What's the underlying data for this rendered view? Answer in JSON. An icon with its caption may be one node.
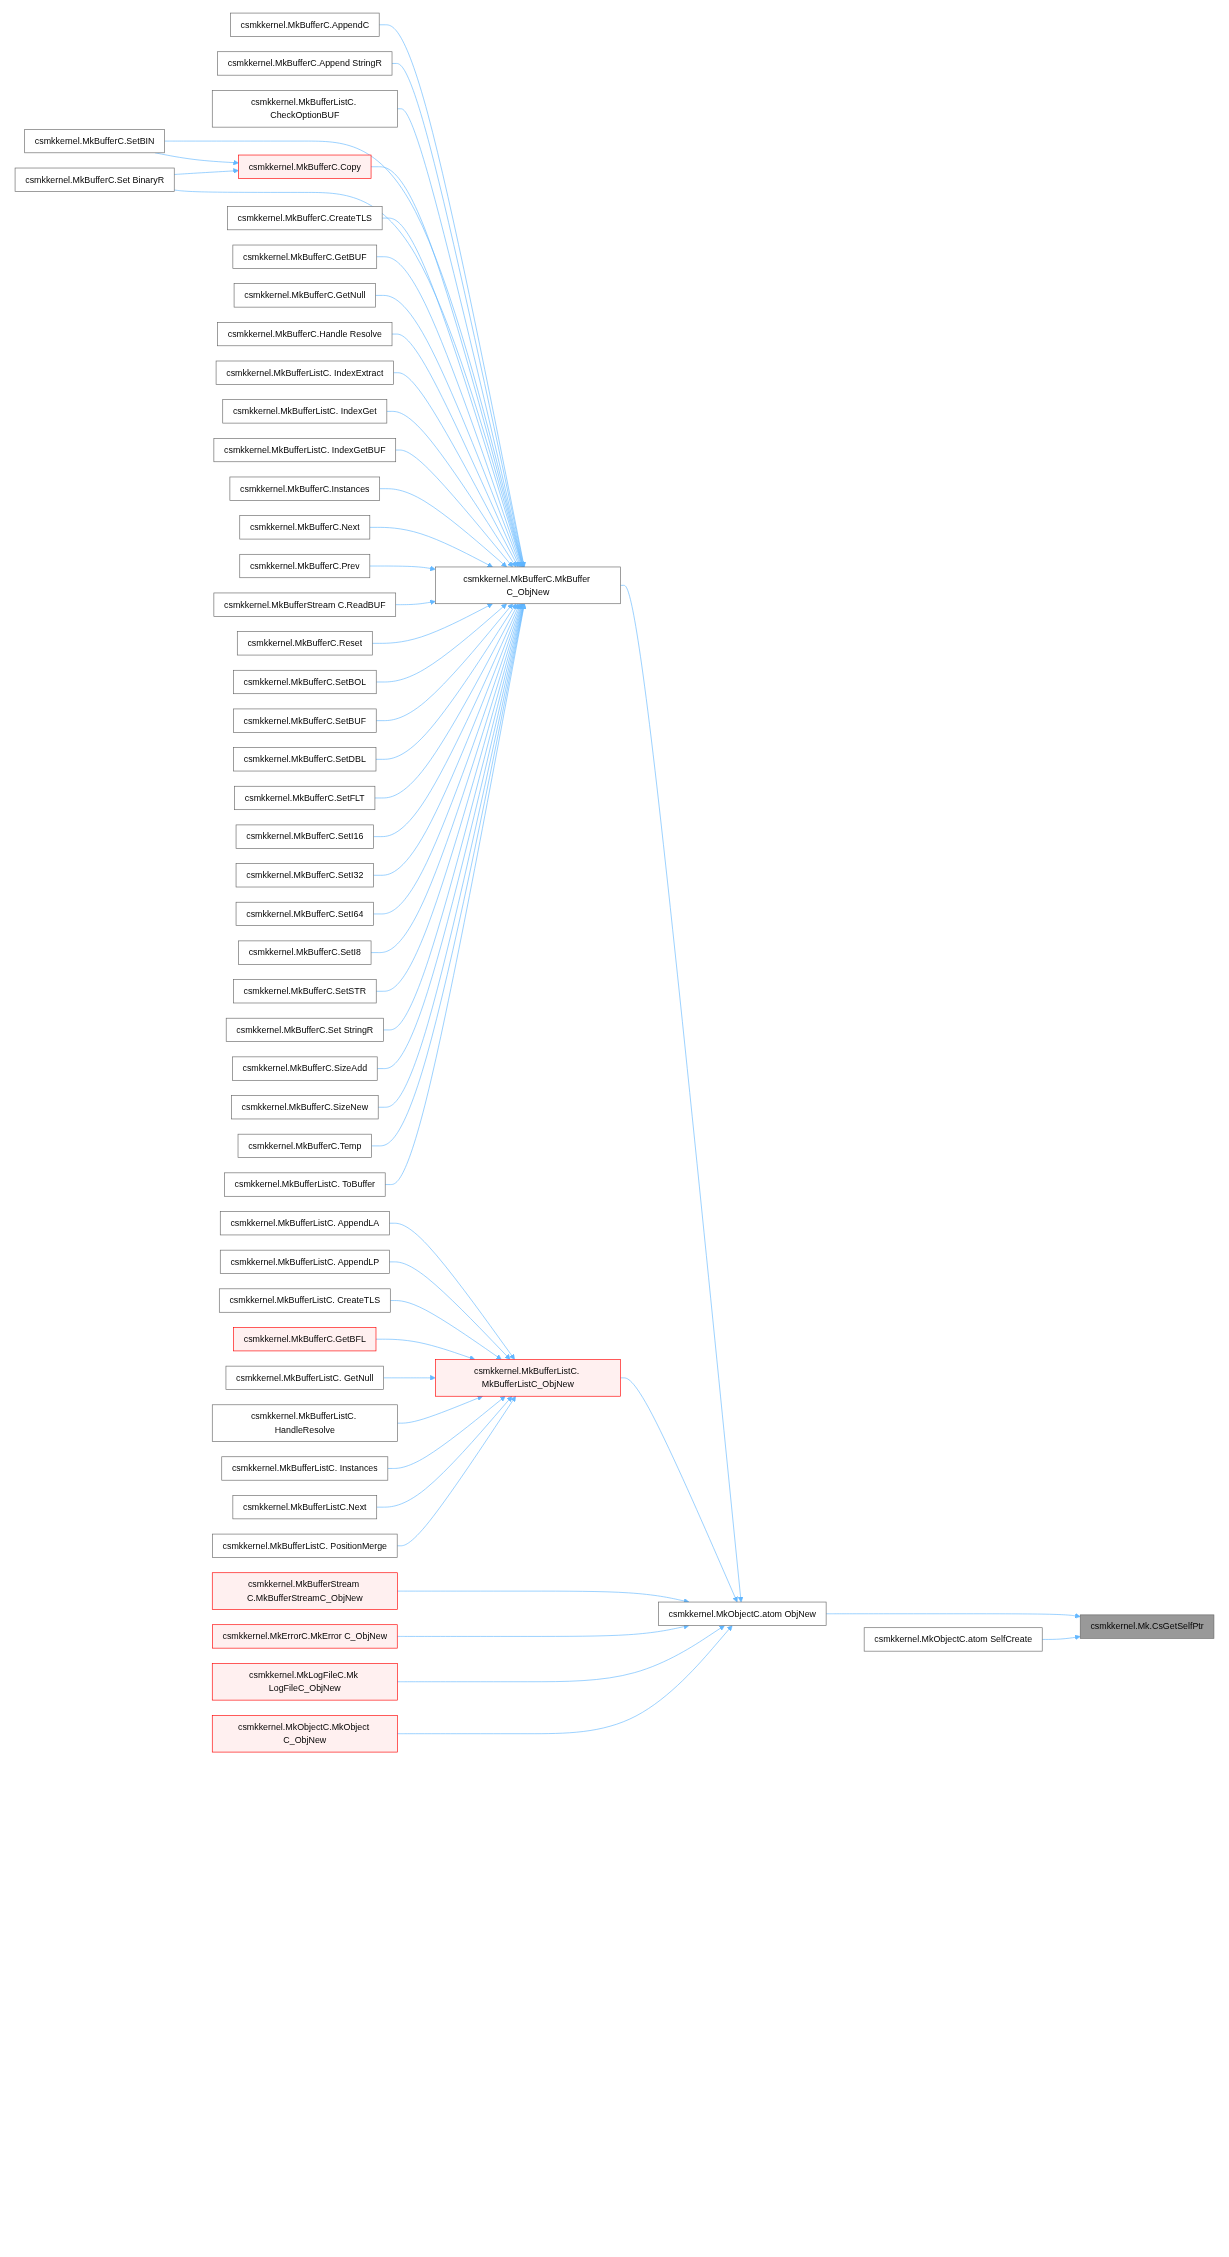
{
  "diagram": {
    "nodes": [
      {
        "text": [
          "csmkkernel.MkBufferC.SetBIN"
        ]
      },
      {
        "text": [
          "csmkkernel.MkBufferC.Set BinaryR"
        ]
      },
      {
        "text": [
          "csmkkernel.MkBufferC.AppendC"
        ]
      },
      {
        "text": [
          "csmkkernel.MkBufferC.Append StringR"
        ]
      },
      {
        "text": [
          "csmkkernel.MkBufferListC. CheckOptionBUF"
        ]
      },
      {
        "text": [
          "csmkkernel.MkBufferC.Copy"
        ]
      },
      {
        "text": [
          "csmkkernel.MkBufferC.CreateTLS"
        ]
      },
      {
        "text": [
          "csmkkernel.MkBufferC.GetBUF"
        ]
      },
      {
        "text": [
          "csmkkernel.MkBufferC.GetNull"
        ]
      },
      {
        "text": [
          "csmkkernel.MkBufferC.Handle Resolve"
        ]
      },
      {
        "text": [
          "csmkkernel.MkBufferListC. IndexExtract"
        ]
      },
      {
        "text": [
          "csmkkernel.MkBufferListC. IndexGet"
        ]
      },
      {
        "text": [
          "csmkkernel.MkBufferListC. IndexGetBUF"
        ]
      },
      {
        "text": [
          "csmkkernel.MkBufferC.Instances"
        ]
      },
      {
        "text": [
          "csmkkernel.MkBufferC.Next"
        ]
      },
      {
        "text": [
          "csmkkernel.MkBufferC.Prev"
        ]
      },
      {
        "text": [
          "csmkkernel.MkBufferStream C.ReadBUF"
        ]
      },
      {
        "text": [
          "csmkkernel.MkBufferC.Reset"
        ]
      },
      {
        "text": [
          "csmkkernel.MkBufferC.SetBOL"
        ]
      },
      {
        "text": [
          "csmkkernel.MkBufferC.SetBUF"
        ]
      },
      {
        "text": [
          "csmkkernel.MkBufferC.SetDBL"
        ]
      },
      {
        "text": [
          "csmkkernel.MkBufferC.SetFLT"
        ]
      },
      {
        "text": [
          "csmkkernel.MkBufferC.SetI16"
        ]
      },
      {
        "text": [
          "csmkkernel.MkBufferC.SetI32"
        ]
      },
      {
        "text": [
          "csmkkernel.MkBufferC.SetI64"
        ]
      },
      {
        "text": [
          "csmkkernel.MkBufferC.SetI8"
        ]
      },
      {
        "text": [
          "csmkkernel.MkBufferC.SetSTR"
        ]
      },
      {
        "text": [
          "csmkkernel.MkBufferC.Set StringR"
        ]
      },
      {
        "text": [
          "csmkkernel.MkBufferC.SizeAdd"
        ]
      },
      {
        "text": [
          "csmkkernel.MkBufferC.SizeNew"
        ]
      },
      {
        "text": [
          "csmkkernel.MkBufferC.Temp"
        ]
      },
      {
        "text": [
          "csmkkernel.MkBufferListC. ToBuffer"
        ]
      },
      {
        "text": [
          "csmkkernel.MkBufferListC. AppendLA"
        ]
      },
      {
        "text": [
          "csmkkernel.MkBufferListC. AppendLP"
        ]
      },
      {
        "text": [
          "csmkkernel.MkBufferListC. CreateTLS"
        ]
      },
      {
        "text": [
          "csmkkernel.MkBufferC.GetBFL"
        ]
      },
      {
        "text": [
          "csmkkernel.MkBufferListC. GetNull"
        ]
      },
      {
        "text": [
          "csmkkernel.MkBufferListC. HandleResolve"
        ]
      },
      {
        "text": [
          "csmkkernel.MkBufferListC. Instances"
        ]
      },
      {
        "text": [
          "csmkkernel.MkBufferListC.Next"
        ]
      },
      {
        "text": [
          "csmkkernel.MkBufferListC. PositionMerge"
        ]
      },
      {
        "text": [
          "csmkkernel.MkBufferC.MkBuffer C_ObjNew"
        ]
      },
      {
        "text": [
          "csmkkernel.MkBufferListC. MkBufferListC_ObjNew"
        ]
      },
      {
        "text": [
          "csmkkernel.MkBufferStream C.MkBufferStreamC_ObjNew"
        ]
      },
      {
        "text": [
          "csmkkernel.MkErrorC.MkError C_ObjNew"
        ]
      },
      {
        "text": [
          "csmkkernel.MkLogFileC.Mk LogFileC_ObjNew"
        ]
      },
      {
        "text": [
          "csmkkernel.MkObjectC.MkObject C_ObjNew"
        ]
      },
      {
        "text": [
          "csmkkernel.MkObjectC.atom ObjNew"
        ]
      },
      {
        "text": [
          "csmkkernel.MkObjectC.atom SelfCreate"
        ]
      },
      {
        "text": [
          "csmkkernel.Mk.CsGetSelfPtr"
        ]
      }
    ],
    "edges": [
      {
        "from": 0,
        "to": 5,
        "arrow": "to"
      },
      {
        "from": 1,
        "to": 5,
        "arrow": "to"
      },
      {
        "from": 2,
        "to": 41,
        "arrow": "to"
      },
      {
        "from": 3,
        "to": 41,
        "arrow": "to"
      },
      {
        "from": 4,
        "to": 41,
        "arrow": "to"
      },
      {
        "from": 0,
        "to": 41,
        "arrow": "to"
      },
      {
        "from": 5,
        "to": 41,
        "arrow": "to"
      },
      {
        "from": 1,
        "to": 41,
        "arrow": "to"
      },
      {
        "from": 6,
        "to": 41,
        "arrow": "to"
      },
      {
        "from": 7,
        "to": 41,
        "arrow": "to"
      },
      {
        "from": 8,
        "to": 41,
        "arrow": "to"
      },
      {
        "from": 9,
        "to": 41,
        "arrow": "to"
      },
      {
        "from": 10,
        "to": 41,
        "arrow": "to"
      },
      {
        "from": 11,
        "to": 41,
        "arrow": "to"
      },
      {
        "from": 12,
        "to": 41,
        "arrow": "to"
      },
      {
        "from": 13,
        "to": 41,
        "arrow": "to"
      },
      {
        "from": 14,
        "to": 41,
        "arrow": "to"
      },
      {
        "from": 15,
        "to": 41,
        "arrow": "to"
      },
      {
        "from": 16,
        "to": 41,
        "arrow": "to"
      },
      {
        "from": 17,
        "to": 41,
        "arrow": "to"
      },
      {
        "from": 18,
        "to": 41,
        "arrow": "to"
      },
      {
        "from": 19,
        "to": 41,
        "arrow": "to"
      },
      {
        "from": 20,
        "to": 41,
        "arrow": "to"
      },
      {
        "from": 21,
        "to": 41,
        "arrow": "to"
      },
      {
        "from": 22,
        "to": 41,
        "arrow": "to"
      },
      {
        "from": 23,
        "to": 41,
        "arrow": "to"
      },
      {
        "from": 24,
        "to": 41,
        "arrow": "to"
      },
      {
        "from": 25,
        "to": 41,
        "arrow": "to"
      },
      {
        "from": 26,
        "to": 41,
        "arrow": "to"
      },
      {
        "from": 27,
        "to": 41,
        "arrow": "to"
      },
      {
        "from": 28,
        "to": 41,
        "arrow": "to"
      },
      {
        "from": 29,
        "to": 41,
        "arrow": "to"
      },
      {
        "from": 30,
        "to": 41,
        "arrow": "to"
      },
      {
        "from": 31,
        "to": 41,
        "arrow": "to"
      },
      {
        "from": 32,
        "to": 42,
        "arrow": "to"
      },
      {
        "from": 33,
        "to": 42,
        "arrow": "to"
      },
      {
        "from": 34,
        "to": 42,
        "arrow": "to"
      },
      {
        "from": 35,
        "to": 42,
        "arrow": "to"
      },
      {
        "from": 36,
        "to": 42,
        "arrow": "to"
      },
      {
        "from": 37,
        "to": 42,
        "arrow": "to"
      },
      {
        "from": 38,
        "to": 42,
        "arrow": "to"
      },
      {
        "from": 39,
        "to": 42,
        "arrow": "to"
      },
      {
        "from": 40,
        "to": 42,
        "arrow": "to"
      },
      {
        "from": 41,
        "to": 47,
        "arrow": "to"
      },
      {
        "from": 42,
        "to": 47,
        "arrow": "to"
      },
      {
        "from": 43,
        "to": 47,
        "arrow": "to"
      },
      {
        "from": 44,
        "to": 47,
        "arrow": "to"
      },
      {
        "from": 45,
        "to": 47,
        "arrow": "to"
      },
      {
        "from": 46,
        "to": 47,
        "arrow": "to"
      },
      {
        "from": 47,
        "to": 49,
        "arrow": "to"
      },
      {
        "from": 48,
        "to": 49,
        "arrow": "to"
      }
    ]
  }
}
